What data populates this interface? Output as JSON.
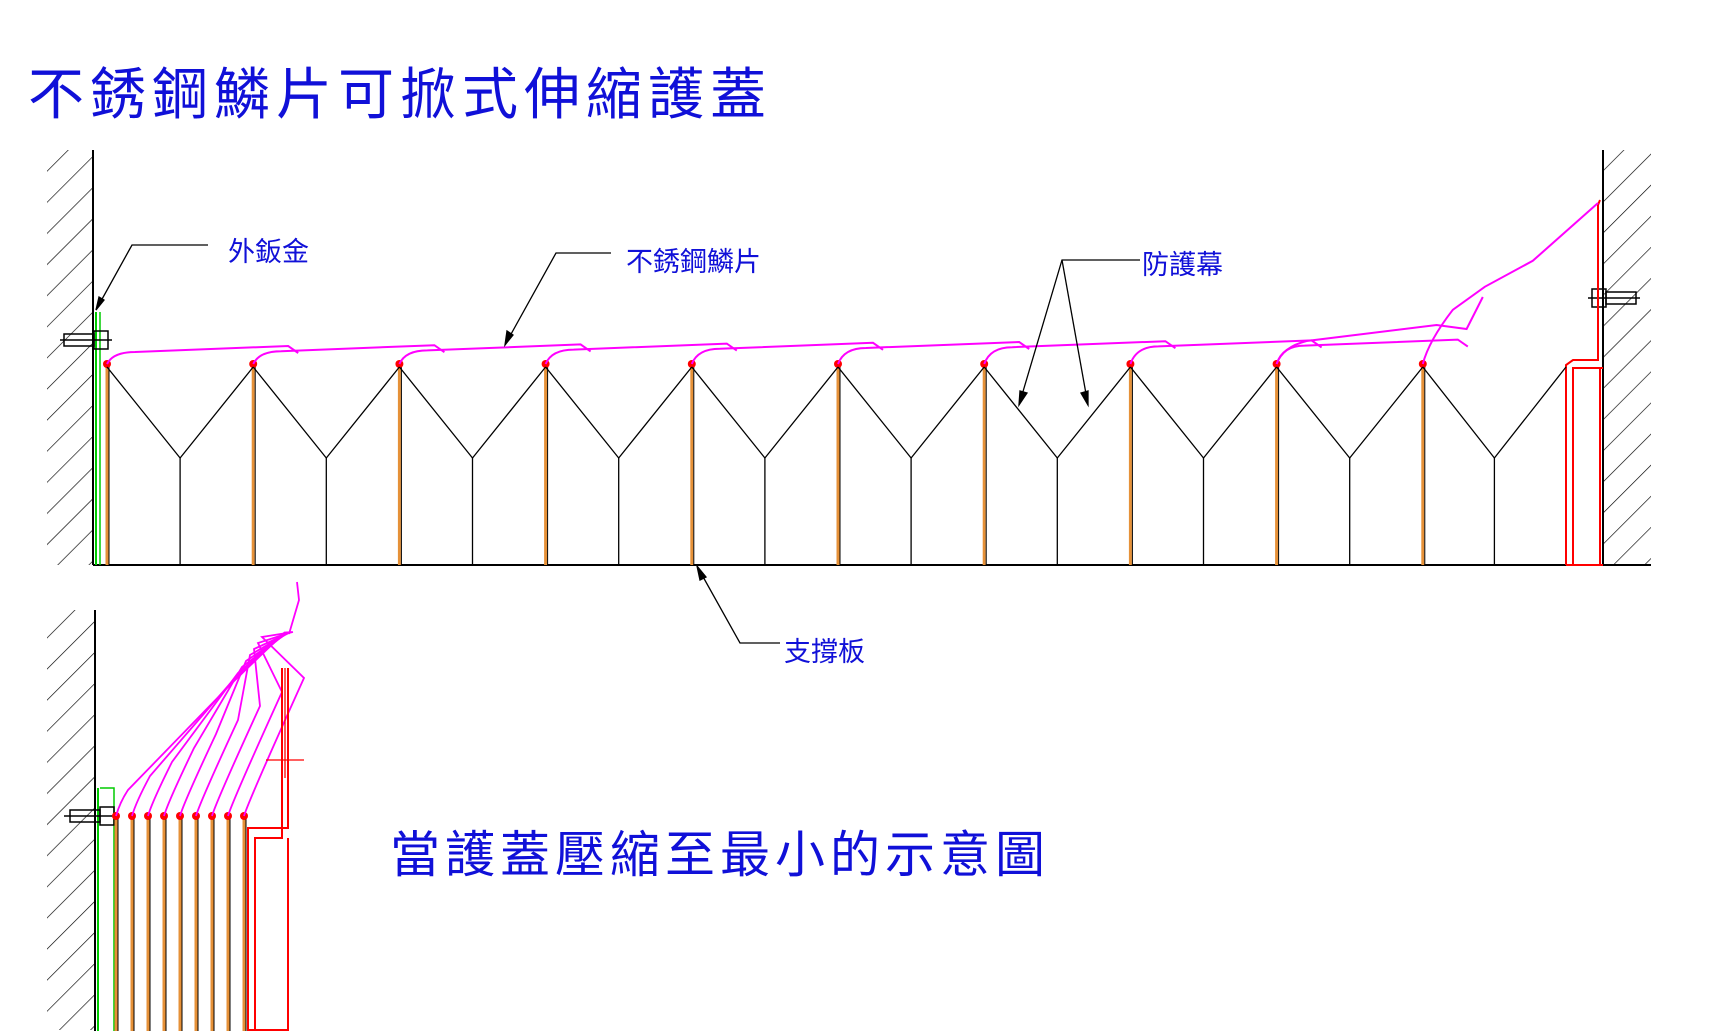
{
  "title": "不銹鋼鱗片可掀式伸縮護蓋",
  "caption": "當護蓋壓縮至最小的示意圖",
  "labels": {
    "outer_sheet_metal": "外鈑金",
    "stainless_scales": "不銹鋼鱗片",
    "protective_curtain": "防護幕",
    "support_plate": "支撐板"
  },
  "colors": {
    "text": "#1010d8",
    "scale": "#ff00ff",
    "support": "#e69138",
    "end_plate": "#ff0000",
    "outer_sheet": "#00cc00",
    "line": "#000000"
  }
}
